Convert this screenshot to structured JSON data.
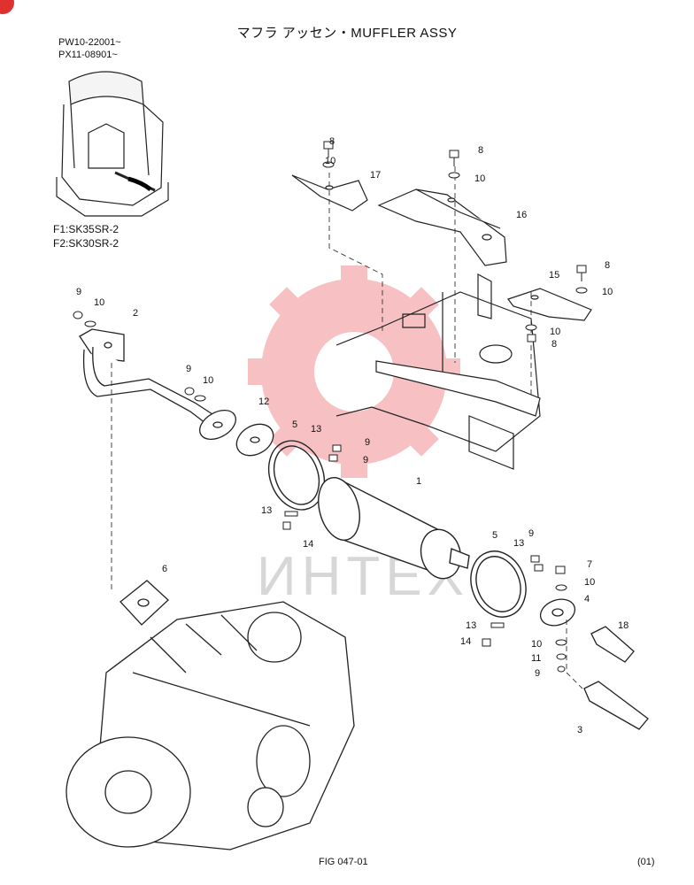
{
  "header": {
    "title": "マフラ アッセン・MUFFLER ASSY"
  },
  "serials": [
    "PW10-22001~",
    "PX11-08901~"
  ],
  "models": [
    "F1:SK35SR-2",
    "F2:SK30SR-2"
  ],
  "watermark": {
    "text": "ИНТЕХ",
    "color": "#e8404a"
  },
  "callouts": {
    "c1": "1",
    "c2": "2",
    "c3": "3",
    "c4": "4",
    "c5a": "5",
    "c5b": "5",
    "c6": "6",
    "c7": "7",
    "c8a": "8",
    "c8b": "8",
    "c8c": "8",
    "c8d": "8",
    "c9a": "9",
    "c9b": "9",
    "c9c": "9",
    "c9d": "9",
    "c9e": "9",
    "c9f": "9",
    "c10a": "10",
    "c10b": "10",
    "c10c": "10",
    "c10d": "10",
    "c10e": "10",
    "c10f": "10",
    "c10g": "10",
    "c10h": "10",
    "c11": "11",
    "c12": "12",
    "c13a": "13",
    "c13b": "13",
    "c13c": "13",
    "c13d": "13",
    "c14a": "14",
    "c14b": "14",
    "c15": "15",
    "c16": "16",
    "c17": "17",
    "c18": "18"
  },
  "footer": {
    "fig": "FIG  047-01",
    "page": "(01)"
  }
}
